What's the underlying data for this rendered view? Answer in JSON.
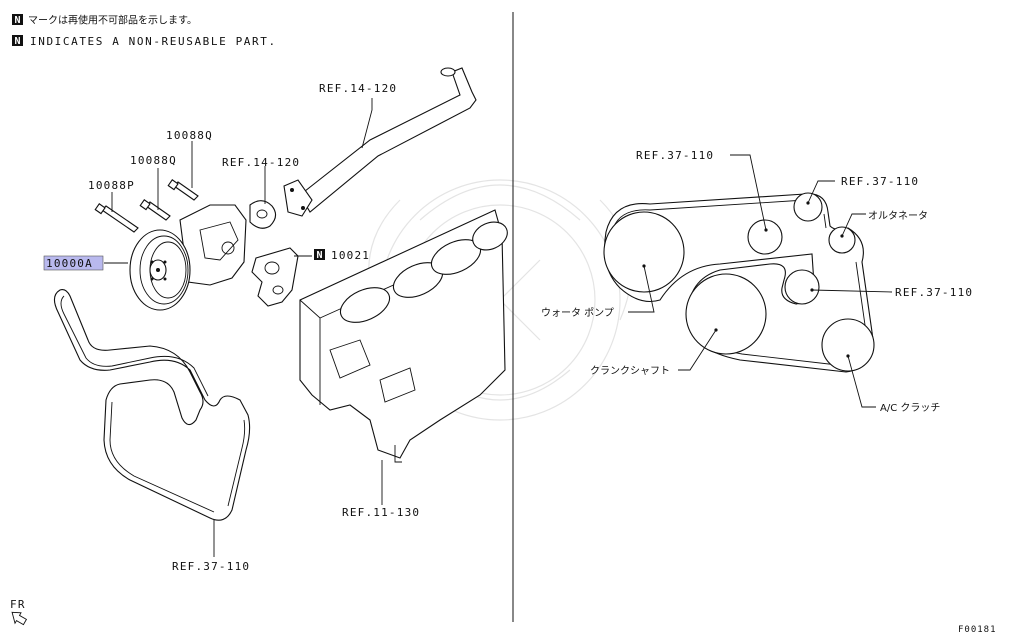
{
  "notice": {
    "badge": "N",
    "line_jp": "マークは再使用不可部品を示します。",
    "line_en": "INDICATES A NON-REUSABLE PART."
  },
  "left_diagram": {
    "callouts": {
      "ref_14_120_top": "REF.14-120",
      "ref_14_120_mid": "REF.14-120",
      "bolt_q": "10088Q",
      "bolt_q2": "10088Q",
      "bolt_p": "10088P",
      "pump": "10000A",
      "gasket_badge": "N",
      "gasket": "10021",
      "ref_11_130": "REF.11-130",
      "ref_37_110_belt": "REF.37-110"
    },
    "highlight_color": "#b9b9ee"
  },
  "right_diagram": {
    "callouts": {
      "ref_37_110_a": "REF.37-110",
      "ref_37_110_b": "REF.37-110",
      "alternator": "オルタネータ",
      "ref_37_110_c": "REF.37-110",
      "water_pump": "ウォータ ポンプ",
      "crankshaft": "クランクシャフト",
      "ac_clutch": "A/C クラッチ"
    }
  },
  "footer": {
    "front_marker": "FR",
    "figure_code": "F00181"
  }
}
